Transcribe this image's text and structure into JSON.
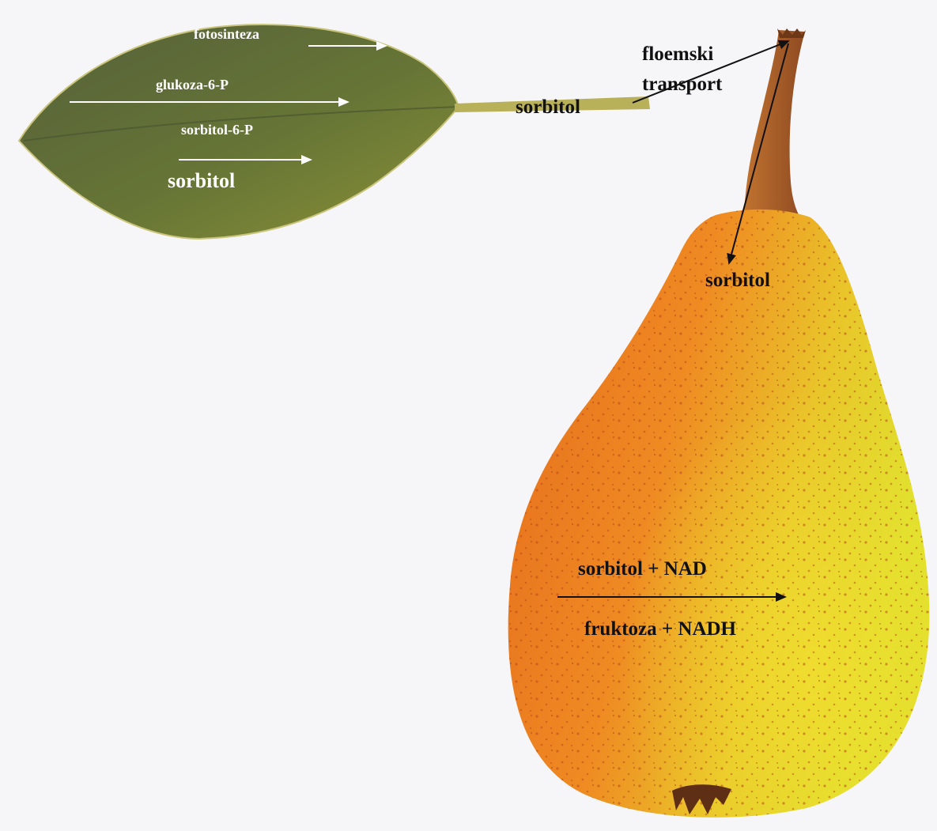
{
  "leaf": {
    "photosynthesis": "fotosinteza",
    "glucose6p": "glukoza-6-P",
    "sorbitol6p": "sorbitol-6-P",
    "sorbitol": "sorbitol"
  },
  "petiole": {
    "sorbitol": "sorbitol"
  },
  "transport": {
    "line1": "floemski",
    "line2": "transport"
  },
  "fruit": {
    "sorbitol": "sorbitol",
    "reactants": "sorbitol + NAD",
    "products": "fruktoza + NADH"
  },
  "colors": {
    "background": "#f6f6f9",
    "leaf": "#5f6a35",
    "pear_orange": "#e8701e",
    "pear_yellow": "#e6e12c",
    "stem": "#a85d2c",
    "leaf_arrow": "#ffffff",
    "transport_arrow": "#111111"
  }
}
